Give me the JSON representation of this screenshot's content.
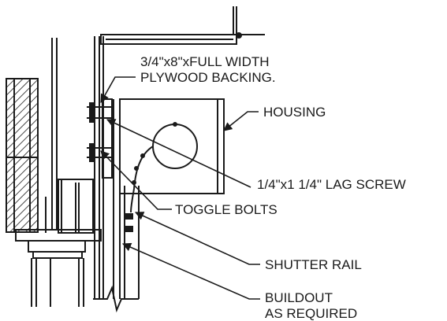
{
  "callouts": {
    "plywood_backing_line1": "3/4\"x8\"xFULL WIDTH",
    "plywood_backing_line2": "PLYWOOD BACKING.",
    "housing": "HOUSING",
    "lag_screw": "1/4\"x1 1/4\" LAG SCREW",
    "toggle_bolts": "TOGGLE BOLTS",
    "shutter_rail": "SHUTTER RAIL",
    "buildout_line1": "BUILDOUT",
    "buildout_line2": "AS REQUIRED"
  }
}
